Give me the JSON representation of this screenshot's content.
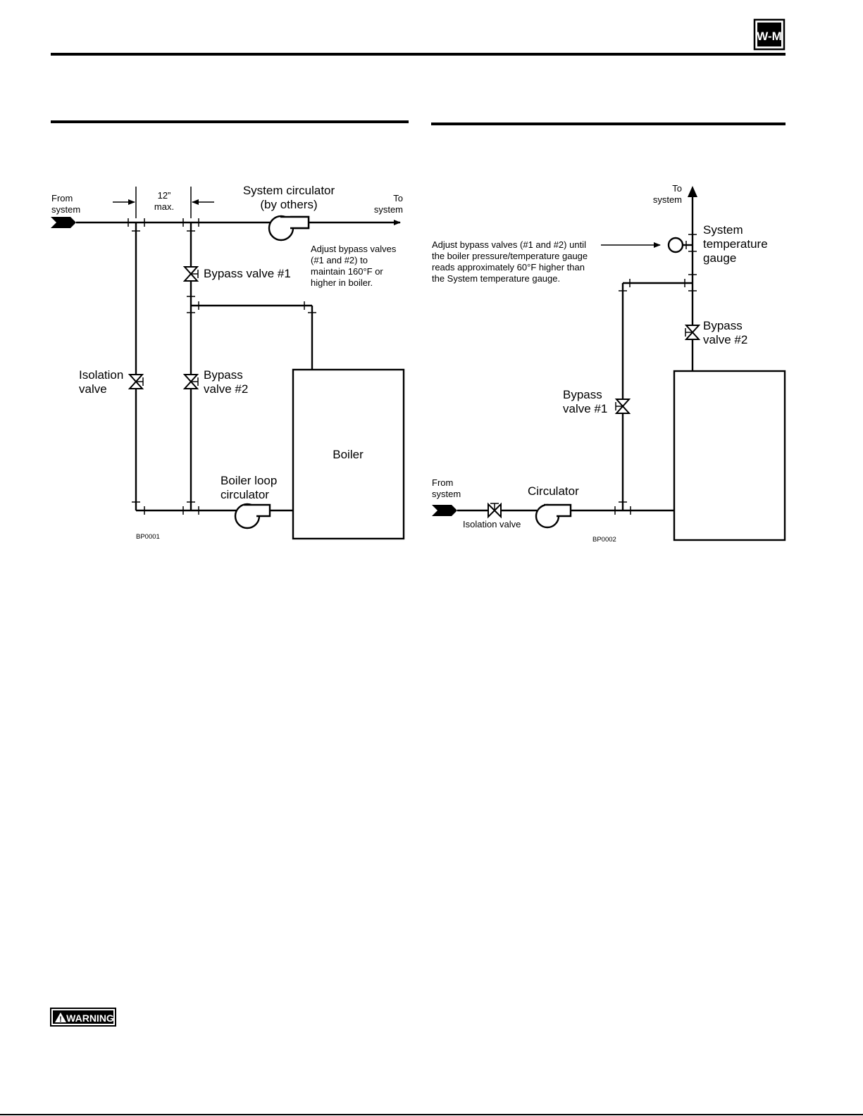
{
  "header": {
    "logo": "W-M"
  },
  "warning": {
    "label": "WARNING",
    "icon": "warning-triangle-icon"
  },
  "diagram1": {
    "from_system": [
      "From",
      "system"
    ],
    "to_system": [
      "To",
      "system"
    ],
    "spacing": [
      "12”",
      "max."
    ],
    "system_circulator": [
      "System circulator",
      "(by others)"
    ],
    "bypass_valve_1": "Bypass valve #1",
    "bypass_valve_2": [
      "Bypass",
      "valve #2"
    ],
    "isolation_valve": [
      "Isolation",
      "valve"
    ],
    "boiler_loop_circulator": [
      "Boiler loop",
      "circulator"
    ],
    "boiler": "Boiler",
    "note": [
      "Adjust bypass valves",
      "(#1 and #2) to",
      "maintain 160°F or",
      "higher in boiler."
    ],
    "code": "BP0001"
  },
  "diagram2": {
    "to_system": [
      "To",
      "system"
    ],
    "note": [
      "Adjust bypass valves (#1 and #2) until",
      "the boiler pressure/temperature gauge",
      "reads approximately 60°F higher than",
      "the System temperature gauge."
    ],
    "system_temperature_gauge": [
      "System",
      "temperature",
      "gauge"
    ],
    "bypass_valve_2": [
      "Bypass",
      "valve #2"
    ],
    "bypass_valve_1": [
      "Bypass",
      "valve #1"
    ],
    "from_system": [
      "From",
      "system"
    ],
    "circulator": "Circulator",
    "isolation_valve": "Isolation valve",
    "code": "BP0002"
  }
}
